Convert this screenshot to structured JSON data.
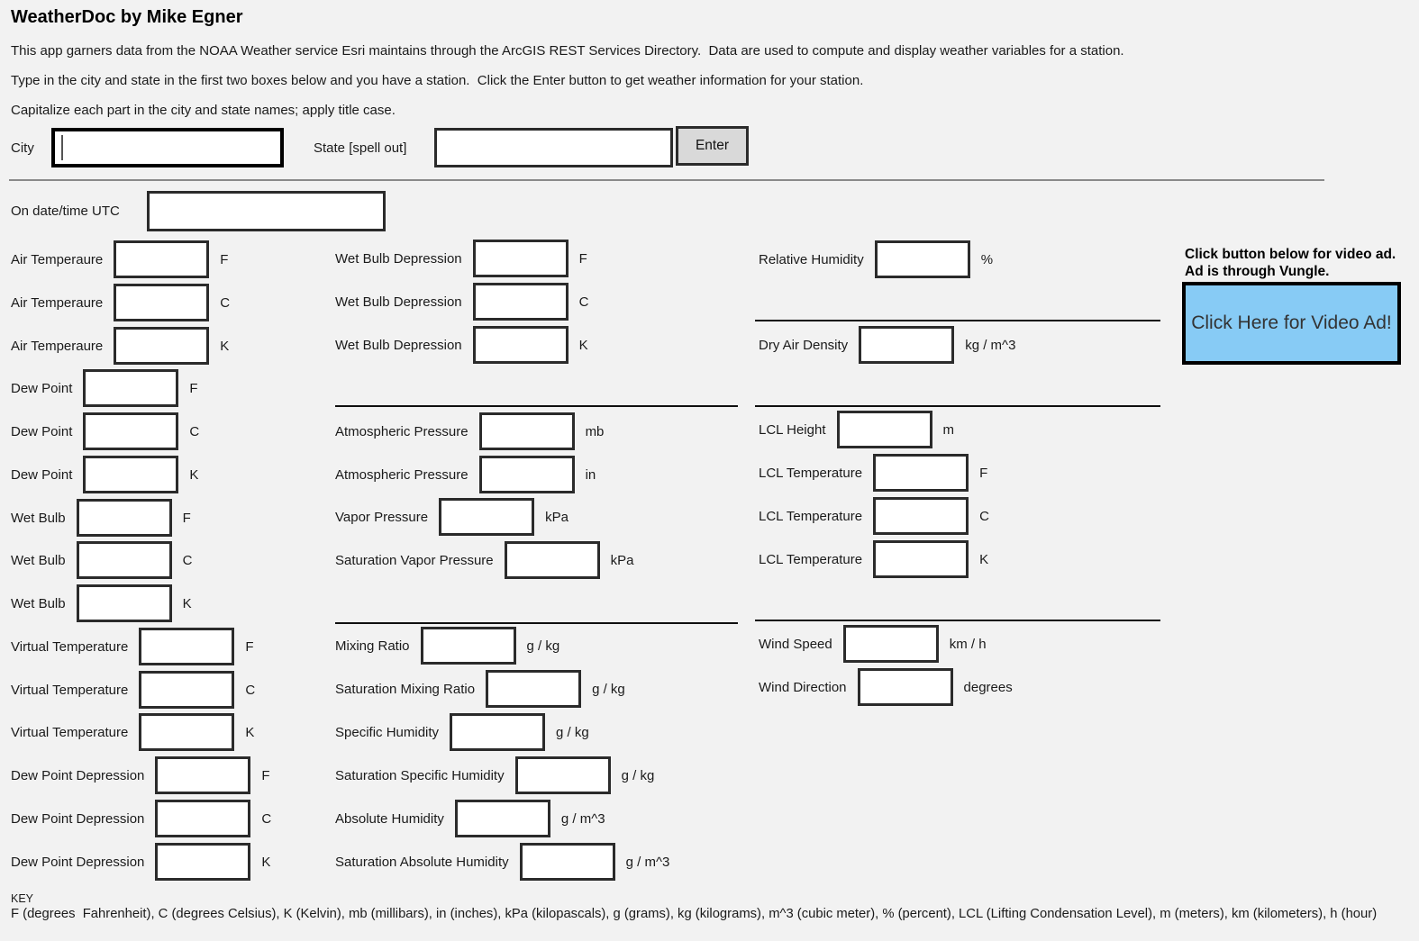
{
  "header": {
    "title": "WeatherDoc by Mike Egner",
    "line1": "This app garners data from the NOAA Weather service Esri maintains through the ArcGIS REST Services Directory.  Data are used to compute and display weather variables for a station.",
    "line2": "Type in the city and state in the first two boxes below and you have a station.  Click the Enter button to get weather information for your station.",
    "line3": "Capitalize each part in the city and state names; apply title case."
  },
  "station_form": {
    "city_label": "City",
    "city_value": "",
    "state_label": "State [spell out]",
    "state_value": "",
    "enter_label": "Enter"
  },
  "datetime_field": {
    "label": "On date/time UTC",
    "value": ""
  },
  "fields": {
    "left": [
      {
        "label": "Air Temperaure",
        "unit": "F",
        "value": ""
      },
      {
        "label": "Air Temperaure",
        "unit": "C",
        "value": ""
      },
      {
        "label": "Air Temperaure",
        "unit": "K",
        "value": ""
      },
      {
        "label": "Dew Point",
        "unit": "F",
        "value": ""
      },
      {
        "label": "Dew Point",
        "unit": "C",
        "value": ""
      },
      {
        "label": "Dew Point",
        "unit": "K",
        "value": ""
      },
      {
        "label": "Wet Bulb",
        "unit": "F",
        "value": ""
      },
      {
        "label": "Wet Bulb",
        "unit": "C",
        "value": ""
      },
      {
        "label": "Wet Bulb",
        "unit": "K",
        "value": ""
      },
      {
        "label": "Virtual Temperature",
        "unit": "F",
        "value": ""
      },
      {
        "label": "Virtual Temperature",
        "unit": "C",
        "value": ""
      },
      {
        "label": "Virtual Temperature",
        "unit": "K",
        "value": ""
      },
      {
        "label": "Dew Point Depression",
        "unit": "F",
        "value": ""
      },
      {
        "label": "Dew Point Depression",
        "unit": "C",
        "value": ""
      },
      {
        "label": "Dew Point Depression",
        "unit": "K",
        "value": ""
      }
    ],
    "middle": [
      {
        "label": "Wet Bulb Depression",
        "unit": "F",
        "value": ""
      },
      {
        "label": "Wet Bulb Depression",
        "unit": "C",
        "value": ""
      },
      {
        "label": "Wet Bulb Depression",
        "unit": "K",
        "value": ""
      },
      {
        "label": "Atmospheric Pressure",
        "unit": "mb",
        "value": ""
      },
      {
        "label": "Atmospheric Pressure",
        "unit": "in",
        "value": ""
      },
      {
        "label": "Vapor Pressure",
        "unit": "kPa",
        "value": ""
      },
      {
        "label": "Saturation Vapor Pressure",
        "unit": "kPa",
        "value": ""
      },
      {
        "label": "Mixing Ratio",
        "unit": "g / kg",
        "value": ""
      },
      {
        "label": "Saturation Mixing Ratio",
        "unit": "g / kg",
        "value": ""
      },
      {
        "label": "Specific Humidity",
        "unit": "g / kg",
        "value": ""
      },
      {
        "label": "Saturation Specific Humidity",
        "unit": "g / kg",
        "value": ""
      },
      {
        "label": "Absolute Humidity",
        "unit": "g / m^3",
        "value": ""
      },
      {
        "label": "Saturation Absolute Humidity",
        "unit": "g / m^3",
        "value": ""
      }
    ],
    "right": [
      {
        "label": "Relative Humidity",
        "unit": "%",
        "value": ""
      },
      {
        "label": "Dry Air Density",
        "unit": "kg / m^3",
        "value": ""
      },
      {
        "label": "LCL Height",
        "unit": "m",
        "value": ""
      },
      {
        "label": "LCL Temperature",
        "unit": "F",
        "value": ""
      },
      {
        "label": "LCL Temperature",
        "unit": "C",
        "value": ""
      },
      {
        "label": "LCL Temperature",
        "unit": "K",
        "value": ""
      },
      {
        "label": "Wind Speed",
        "unit": "km / h",
        "value": ""
      },
      {
        "label": "Wind Direction",
        "unit": "degrees",
        "value": ""
      }
    ]
  },
  "ad": {
    "note_line1": "Click button below for video ad.",
    "note_line2": "Ad is through Vungle.",
    "button_label": "Click Here for Video Ad!",
    "button_color": "#87cbf5"
  },
  "key": {
    "heading": "KEY",
    "text": "F (degrees  Fahrenheit), C (degrees Celsius), K (Kelvin), mb (millibars), in (inches), kPa (kilopascals), g (grams), kg (kilograms), m^3 (cubic meter), % (percent), LCL (Lifting Condensation Level), m (meters), km (kilometers), h (hour)"
  }
}
